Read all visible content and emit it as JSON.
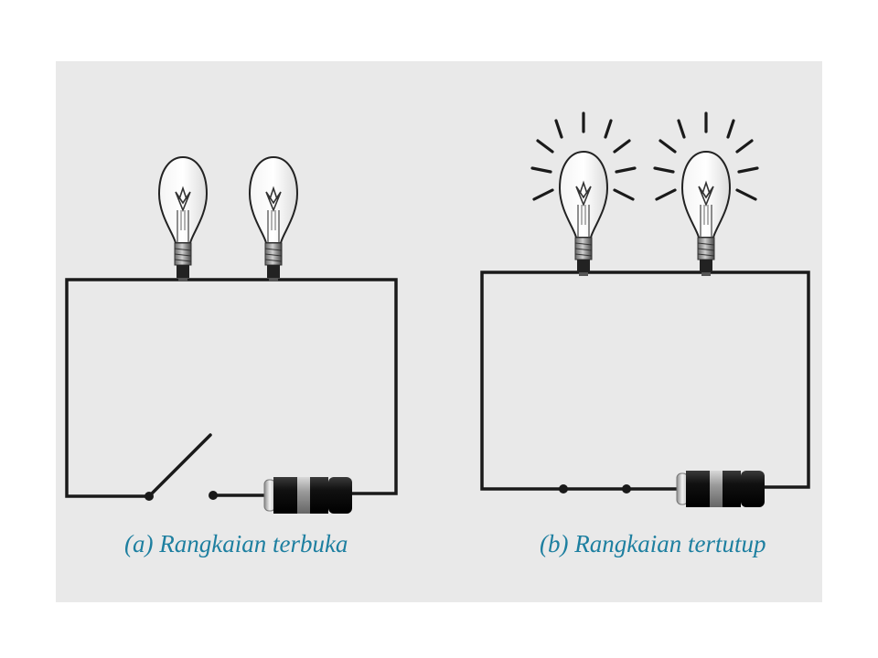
{
  "colors": {
    "background": "#ffffff",
    "panel": "#e9e9e9",
    "wire": "#1a1a1a",
    "caption": "#1d7fa0"
  },
  "circuits": [
    {
      "id": "a",
      "caption": "(a)  Rangkaian terbuka",
      "state": "open",
      "bulbs_lit": false,
      "components": [
        "bulb",
        "bulb",
        "switch-open",
        "battery"
      ]
    },
    {
      "id": "b",
      "caption": "(b)  Rangkaian tertutup",
      "state": "closed",
      "bulbs_lit": true,
      "components": [
        "bulb",
        "bulb",
        "switch-closed",
        "battery"
      ]
    }
  ]
}
